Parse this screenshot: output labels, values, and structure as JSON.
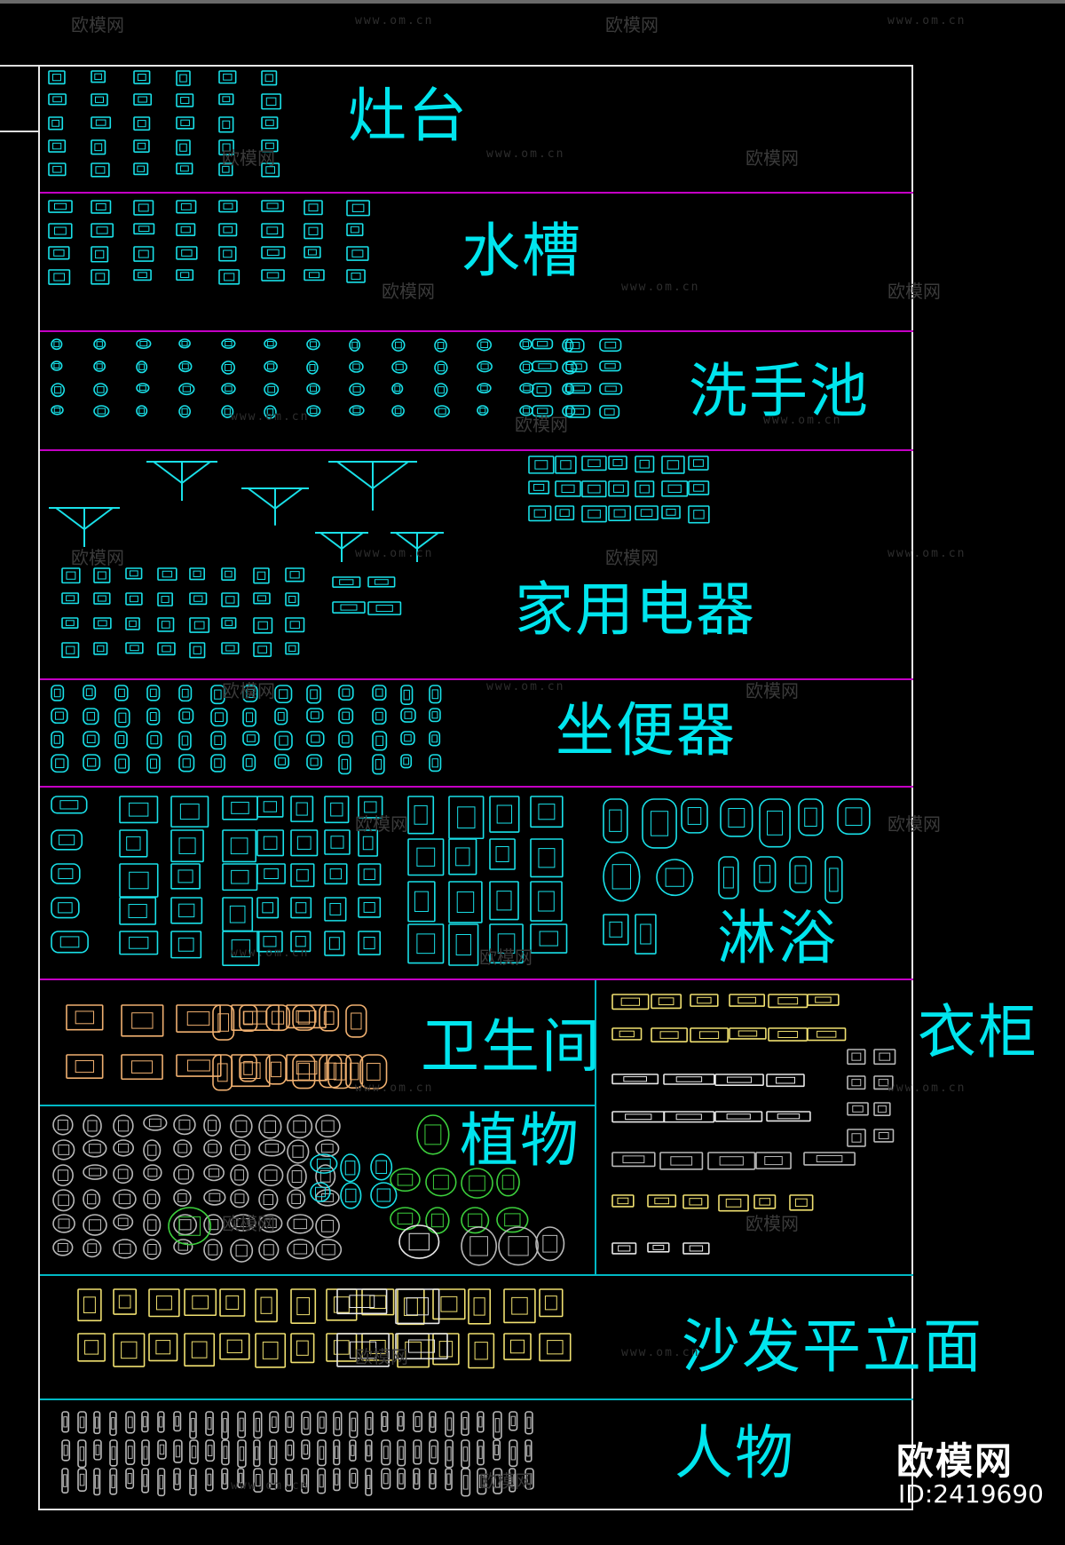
{
  "colors": {
    "background": "#000000",
    "label": "#00e5ee",
    "frame": "#e8e8e8",
    "divider_magenta": "#c400c4",
    "divider_cyan": "#00b8c4",
    "block_cyan": "#19e0e8",
    "block_white": "#e8e8e8",
    "block_yellow": "#f0e070",
    "block_orange": "#f0b070",
    "block_gray": "#b8b8b8",
    "block_green": "#3ccf3c"
  },
  "sections": [
    {
      "label": "灶台"
    },
    {
      "label": "水槽"
    },
    {
      "label": "洗手池"
    },
    {
      "label": "家用电器"
    },
    {
      "label": "坐便器"
    },
    {
      "label": "淋浴"
    },
    {
      "label": "卫生间"
    },
    {
      "label": "衣柜"
    },
    {
      "label": "植物"
    },
    {
      "label": "沙发平立面"
    },
    {
      "label": "人物"
    }
  ],
  "watermark": {
    "brand": "欧模网",
    "url": "www.om.cn"
  },
  "corner_logo": {
    "brand": "欧模网",
    "id": "ID:2419690"
  }
}
